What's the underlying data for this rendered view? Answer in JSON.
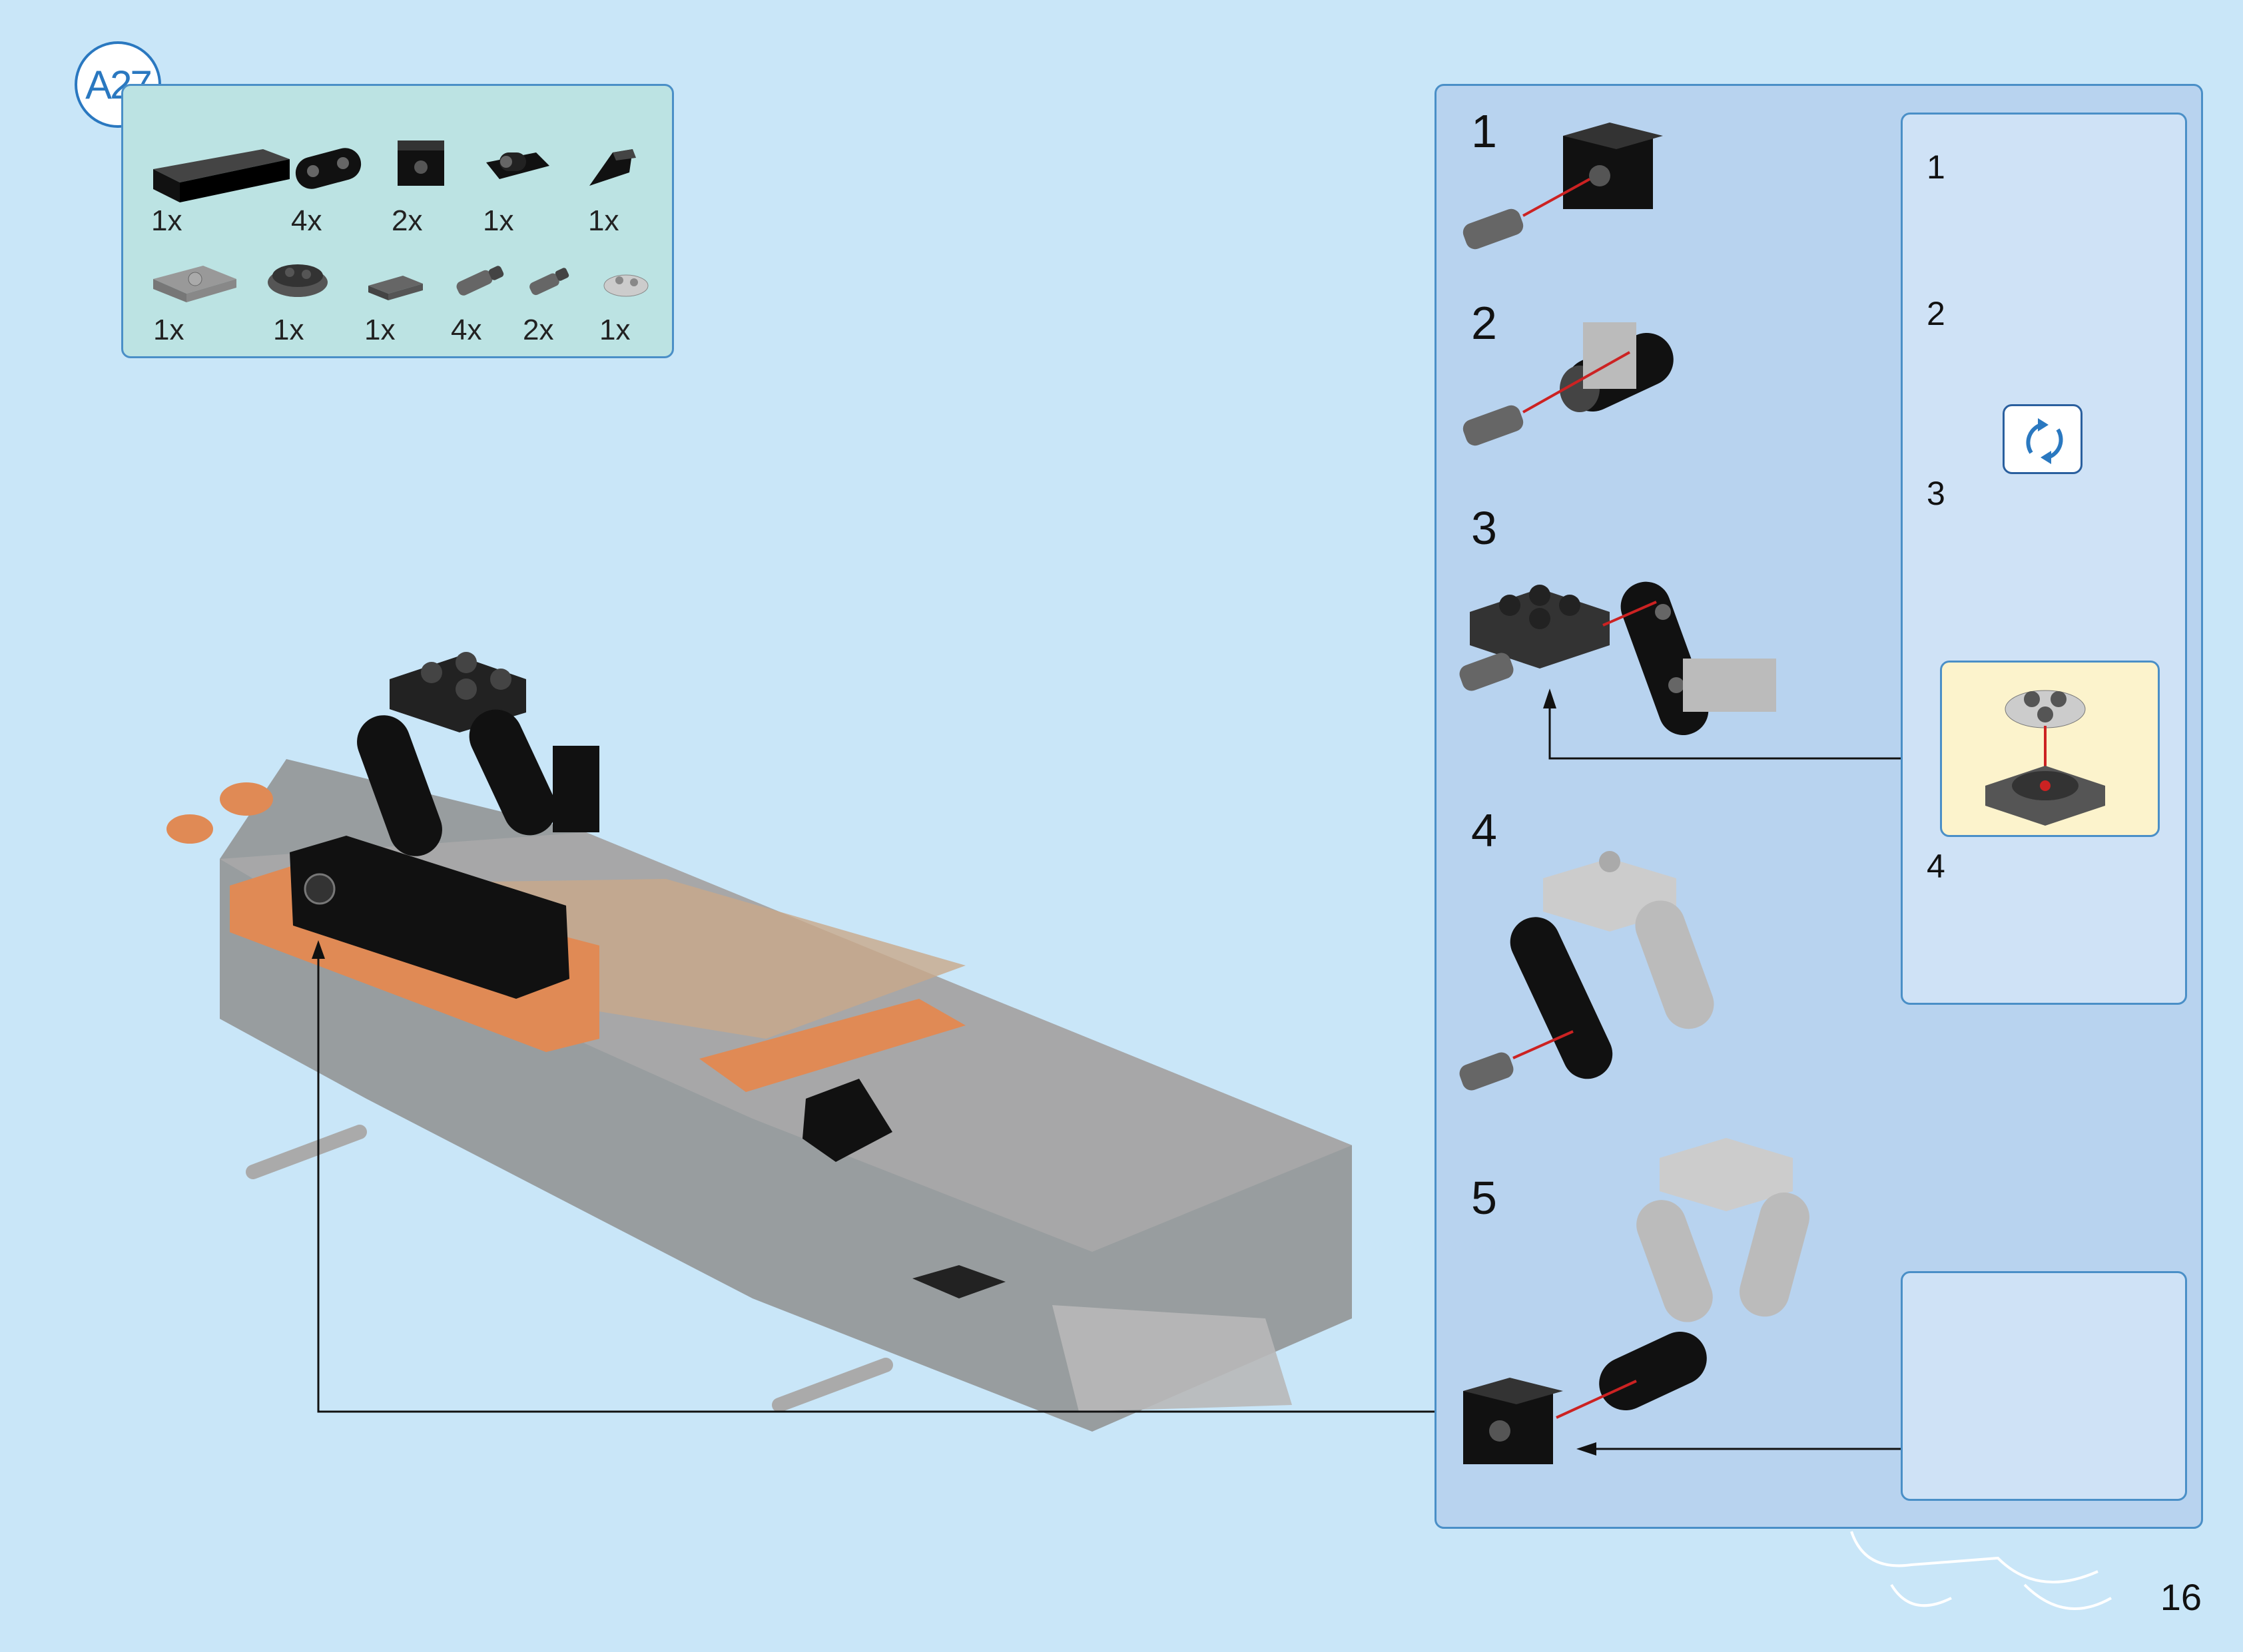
{
  "step_badge": "A27",
  "parts_list": {
    "row1": [
      "1x",
      "4x",
      "2x",
      "1x",
      "1x"
    ],
    "row2": [
      "1x",
      "1x",
      "1x",
      "4x",
      "2x",
      "1x"
    ]
  },
  "main_steps": [
    "1",
    "2",
    "3",
    "4",
    "5"
  ],
  "sub_steps": [
    "1",
    "2",
    "3",
    "4"
  ],
  "page_number": "16",
  "colors": {
    "background": "#c9e6f8",
    "panel": "#b8d3ef",
    "border": "#4a8fc7",
    "accent": "#2a78c0",
    "arrow": "#cc2222"
  },
  "icons": [
    "rotate-icon"
  ]
}
